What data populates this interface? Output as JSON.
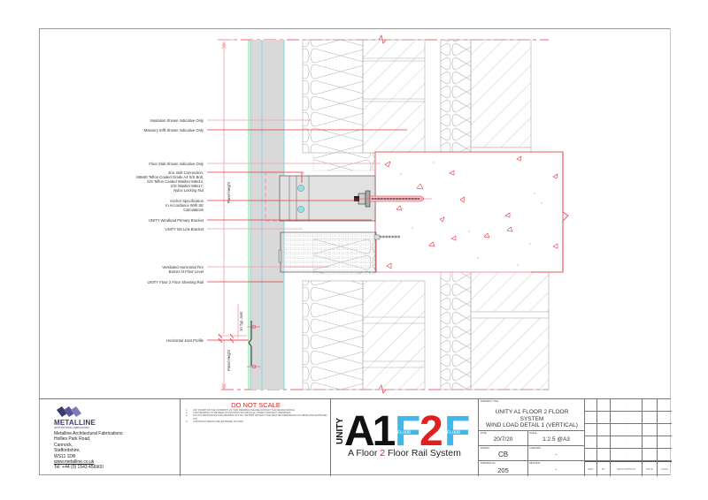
{
  "drawing": {
    "annotations": [
      {
        "id": "insulation",
        "text": "Insulation Shown Indicative Only"
      },
      {
        "id": "masonry",
        "text": "Masonry Infill Shown Indicative Only"
      },
      {
        "id": "floor-slab",
        "text": "Floor Slab Shown Indicative Only"
      },
      {
        "id": "bolt-connection",
        "lines": [
          "2no. Bolt Connection;",
          "M8x60 Teflon Coated Grade A4 S/S Bolt,",
          "S/S Teflon Coated Washer M8x24,",
          "S/S Washer M8x17,",
          "Nyloc Locking Nut"
        ]
      },
      {
        "id": "anchor",
        "lines": [
          "Anchor Specification",
          "In Accordance With SE",
          "Calculations"
        ]
      },
      {
        "id": "primary-bracket",
        "text": "UNITY Windload Primary Bracket"
      },
      {
        "id": "link-bracket",
        "text": "UNITY BS Link Bracket"
      },
      {
        "id": "fire-barrier",
        "lines": [
          "Ventilated Horizontal Fire",
          "Barrier At Floor Level"
        ]
      },
      {
        "id": "sheeting-rail",
        "text": "UNITY Floor 2 Floor Sheeting Rail"
      },
      {
        "id": "joint-profile",
        "text": "Horizontal Joint Profile"
      }
    ],
    "dimensions": {
      "panel_height_top": "Panel Height",
      "typ_joint": "10 Typ Joint",
      "panel_height_bottom": "Panel Height"
    },
    "colors": {
      "annotation_line": "#e8323c",
      "dim_line": "#f39aa6",
      "cladding_fill": "#d9d9d9",
      "cladding_edge": "#5fd6e0",
      "membrane": "#59e05a",
      "hatch": "#a8a8a8"
    }
  },
  "title_block": {
    "company": {
      "logo_text": "METALLINE",
      "logo_sub": "ARCHITECTURAL FABRICATIONS",
      "address": [
        "Metalline Architectural Fabrications",
        "Hollies Park Road,",
        "Cannock,",
        "Staffordshire,",
        "WS11 1DB"
      ],
      "website": "www.metalline.co.uk",
      "phone": "Tel: +44 (0) 1543 456900"
    },
    "notes": {
      "heading": "DO NOT SCALE",
      "items": [
        {
          "n": "1.",
          "text": "ANY DOUBT OF THE CONTENTS OF THIS DRAWING PLEASE CONTACT THE DESIGN OFFICE"
        },
        {
          "n": "2.",
          "text": "THIS DRAWING TO BE READ IN CONJUNCTION WITH ALL OTHER CONTRACT DRAWINGS"
        },
        {
          "n": "3.",
          "text": "DO NOT REPRODUCE THIS DRAWING IN FULL OR PART WITHOUT THE WRITTEN PERMISSION OF METALLINE (ESTRADE) LTD"
        },
        {
          "n": "4.",
          "text": "COPYRIGHT METALLINE (ESTRADE) LTD 2020"
        }
      ]
    },
    "brand": {
      "unity": "UNITY",
      "a1": "A1",
      "f1": "F",
      "two": "2",
      "f2": "F",
      "floor_small": "FLOOR",
      "tagline_pre": "A Floor ",
      "tagline_num": "2",
      "tagline_post": " Floor Rail System"
    },
    "info": {
      "title_caption": "DRAWING TITLE",
      "title_lines": [
        "UNITY A1 FLOOR 2 FLOOR",
        "SYSTEM",
        "WIND LOAD DETAIL 1 (VERTICAL)"
      ],
      "date_caption": "DATE",
      "date": "20/7/20",
      "scale_caption": "SCALE",
      "scale": "1:2.5 @A3",
      "drawn_caption": "DRAWN",
      "drawn": "CB",
      "checked_caption": "CHECKED",
      "checked": "-",
      "drawing_no_caption": "DRAWING No.",
      "drawing_no": "205",
      "revision_caption": "REVISION",
      "revision": "-"
    },
    "revisions": {
      "headers": [
        "REV",
        "BY",
        "DESCRIPTION",
        "DATE",
        "CHKD"
      ],
      "rows": [
        [
          "-",
          "-",
          "-",
          "-",
          "-"
        ],
        [
          "-",
          "-",
          "-",
          "-",
          "-"
        ],
        [
          "-",
          "-",
          "-",
          "-",
          "-"
        ],
        [
          "-",
          "-",
          "-",
          "-",
          "-"
        ],
        [
          "-",
          "-",
          "-",
          "-",
          "-"
        ]
      ]
    }
  }
}
